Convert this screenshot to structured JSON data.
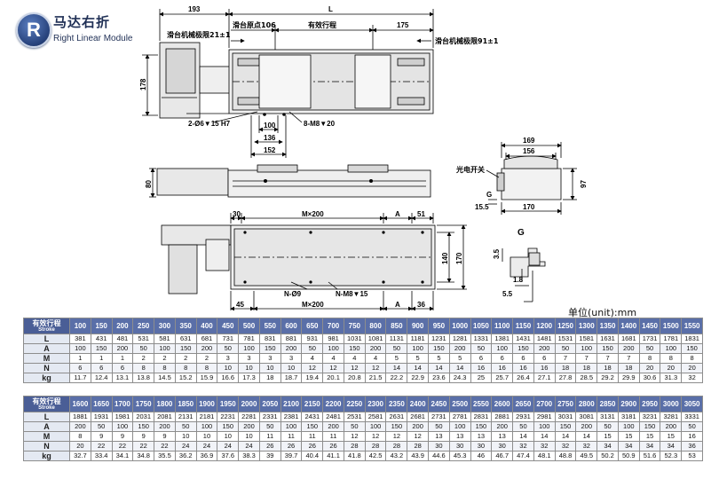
{
  "header": {
    "logo_letter": "R",
    "title_zh": "马达右折",
    "title_en": "Right Linear Module"
  },
  "drawing": {
    "dim_193": "193",
    "dim_L": "L",
    "label_origin": "滑台原点106",
    "label_stroke": "有效行程",
    "dim_175": "175",
    "label_limit_left": "滑台机械极限21±1",
    "label_limit_right": "滑台机械极限91±1",
    "dim_178": "178",
    "label_pin_holes": "2-Ø6▼15 H7",
    "label_m8_top": "8-M8▼20",
    "dim_100": "100",
    "dim_136": "136",
    "dim_152": "152",
    "dim_80": "80",
    "dim_169": "169",
    "dim_156": "156",
    "label_sensor": "光电开关",
    "label_G_side": "G",
    "dim_97": "97",
    "dim_15_5": "15.5",
    "dim_170_side": "170",
    "dim_30": "30",
    "dim_Mx200_top": "M×200",
    "dim_A_top": "A",
    "dim_51": "51",
    "dim_140": "140",
    "dim_170_right": "170",
    "label_N_holes": "N-Ø9",
    "label_N_m8": "N-M8▼15",
    "dim_45": "45",
    "dim_Mx200_bottom": "M×200",
    "dim_A_bottom": "A",
    "dim_36": "36",
    "detail_G": "G",
    "dim_3_5": "3.5",
    "dim_1_8": "1.8",
    "dim_5_5": "5.5"
  },
  "unit_label": "单位(unit):mm",
  "table1": {
    "header_label": "有效行程",
    "header_sub": "Stroke",
    "strokes": [
      "100",
      "150",
      "200",
      "250",
      "300",
      "350",
      "400",
      "450",
      "500",
      "550",
      "600",
      "650",
      "700",
      "750",
      "800",
      "850",
      "900",
      "950",
      "1000",
      "1050",
      "1100",
      "1150",
      "1200",
      "1250",
      "1300",
      "1350",
      "1400",
      "1450",
      "1500",
      "1550"
    ],
    "rows": [
      {
        "label": "L",
        "values": [
          "381",
          "431",
          "481",
          "531",
          "581",
          "631",
          "681",
          "731",
          "781",
          "831",
          "881",
          "931",
          "981",
          "1031",
          "1081",
          "1131",
          "1181",
          "1231",
          "1281",
          "1331",
          "1381",
          "1431",
          "1481",
          "1531",
          "1581",
          "1631",
          "1681",
          "1731",
          "1781",
          "1831"
        ]
      },
      {
        "label": "A",
        "values": [
          "100",
          "150",
          "200",
          "50",
          "100",
          "150",
          "200",
          "50",
          "100",
          "150",
          "200",
          "50",
          "100",
          "150",
          "200",
          "50",
          "100",
          "150",
          "200",
          "50",
          "100",
          "150",
          "200",
          "50",
          "100",
          "150",
          "200",
          "50",
          "100",
          "150"
        ]
      },
      {
        "label": "M",
        "values": [
          "1",
          "1",
          "1",
          "2",
          "2",
          "2",
          "2",
          "3",
          "3",
          "3",
          "3",
          "4",
          "4",
          "4",
          "4",
          "5",
          "5",
          "5",
          "5",
          "6",
          "6",
          "6",
          "6",
          "7",
          "7",
          "7",
          "7",
          "8",
          "8",
          "8"
        ]
      },
      {
        "label": "N",
        "values": [
          "6",
          "6",
          "6",
          "8",
          "8",
          "8",
          "8",
          "10",
          "10",
          "10",
          "10",
          "12",
          "12",
          "12",
          "12",
          "14",
          "14",
          "14",
          "14",
          "16",
          "16",
          "16",
          "16",
          "18",
          "18",
          "18",
          "18",
          "20",
          "20",
          "20"
        ]
      },
      {
        "label": "kg",
        "values": [
          "11.7",
          "12.4",
          "13.1",
          "13.8",
          "14.5",
          "15.2",
          "15.9",
          "16.6",
          "17.3",
          "18",
          "18.7",
          "19.4",
          "20.1",
          "20.8",
          "21.5",
          "22.2",
          "22.9",
          "23.6",
          "24.3",
          "25",
          "25.7",
          "26.4",
          "27.1",
          "27.8",
          "28.5",
          "29.2",
          "29.9",
          "30.6",
          "31.3",
          "32"
        ]
      }
    ]
  },
  "table2": {
    "header_label": "有效行程",
    "header_sub": "Stroke",
    "strokes": [
      "1600",
      "1650",
      "1700",
      "1750",
      "1800",
      "1850",
      "1900",
      "1950",
      "2000",
      "2050",
      "2100",
      "2150",
      "2200",
      "2250",
      "2300",
      "2350",
      "2400",
      "2450",
      "2500",
      "2550",
      "2600",
      "2650",
      "2700",
      "2750",
      "2800",
      "2850",
      "2900",
      "2950",
      "3000",
      "3050"
    ],
    "rows": [
      {
        "label": "L",
        "values": [
          "1881",
          "1931",
          "1981",
          "2031",
          "2081",
          "2131",
          "2181",
          "2231",
          "2281",
          "2331",
          "2381",
          "2431",
          "2481",
          "2531",
          "2581",
          "2631",
          "2681",
          "2731",
          "2781",
          "2831",
          "2881",
          "2931",
          "2981",
          "3031",
          "3081",
          "3131",
          "3181",
          "3231",
          "3281",
          "3331"
        ]
      },
      {
        "label": "A",
        "values": [
          "200",
          "50",
          "100",
          "150",
          "200",
          "50",
          "100",
          "150",
          "200",
          "50",
          "100",
          "150",
          "200",
          "50",
          "100",
          "150",
          "200",
          "50",
          "100",
          "150",
          "200",
          "50",
          "100",
          "150",
          "200",
          "50",
          "100",
          "150",
          "200",
          "50"
        ]
      },
      {
        "label": "M",
        "values": [
          "8",
          "9",
          "9",
          "9",
          "9",
          "10",
          "10",
          "10",
          "10",
          "11",
          "11",
          "11",
          "11",
          "12",
          "12",
          "12",
          "12",
          "13",
          "13",
          "13",
          "13",
          "14",
          "14",
          "14",
          "14",
          "15",
          "15",
          "15",
          "15",
          "16"
        ]
      },
      {
        "label": "N",
        "values": [
          "20",
          "22",
          "22",
          "22",
          "22",
          "24",
          "24",
          "24",
          "24",
          "26",
          "26",
          "26",
          "26",
          "28",
          "28",
          "28",
          "28",
          "30",
          "30",
          "30",
          "30",
          "32",
          "32",
          "32",
          "32",
          "34",
          "34",
          "34",
          "34",
          "36"
        ]
      },
      {
        "label": "kg",
        "values": [
          "32.7",
          "33.4",
          "34.1",
          "34.8",
          "35.5",
          "36.2",
          "36.9",
          "37.6",
          "38.3",
          "39",
          "39.7",
          "40.4",
          "41.1",
          "41.8",
          "42.5",
          "43.2",
          "43.9",
          "44.6",
          "45.3",
          "46",
          "46.7",
          "47.4",
          "48.1",
          "48.8",
          "49.5",
          "50.2",
          "50.9",
          "51.6",
          "52.3",
          "53"
        ]
      }
    ]
  }
}
